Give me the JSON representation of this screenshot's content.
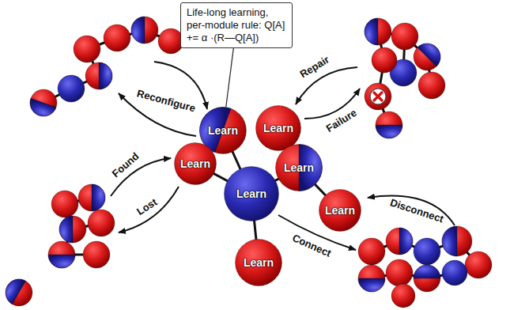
{
  "diagram": {
    "nodes": [
      {
        "text": [
          "Life-long learning, per-module rule: Q[A] += α ·(R—Q[A])"
        ]
      },
      {
        "text": [
          "Learn"
        ]
      },
      {
        "text": [
          "Learn"
        ]
      },
      {
        "text": [
          "Learn"
        ]
      },
      {
        "text": [
          "Learn"
        ]
      },
      {
        "text": [
          "Learn"
        ]
      },
      {
        "text": [
          "Learn"
        ]
      },
      {
        "text": [
          "Learn"
        ]
      }
    ],
    "edges": [
      {
        "from": 0,
        "to": 1,
        "arrow": "none"
      }
    ],
    "labels": [
      "Reconfigure",
      "Repair",
      "Failure",
      "Found",
      "Lost",
      "Disconnect",
      "Connect"
    ]
  }
}
